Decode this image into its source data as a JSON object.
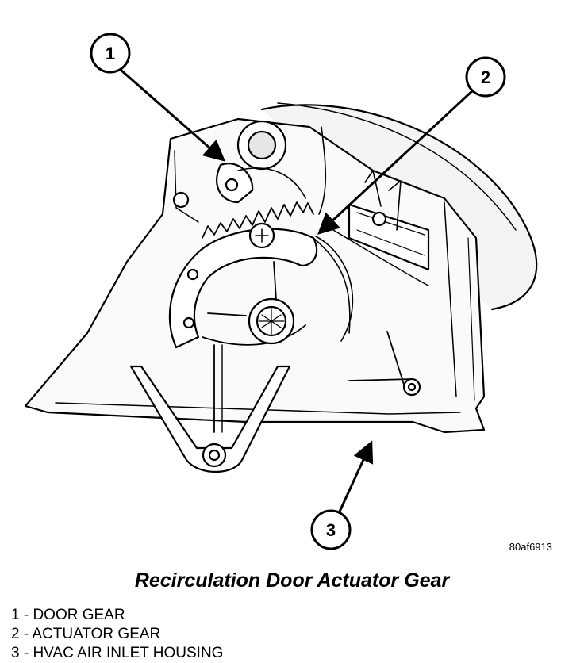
{
  "callouts": [
    {
      "number": "1"
    },
    {
      "number": "2"
    },
    {
      "number": "3"
    }
  ],
  "figure_id": "80af6913",
  "caption": "Recirculation Door Actuator Gear",
  "legend": [
    {
      "text": "1 - DOOR GEAR"
    },
    {
      "text": "2 - ACTUATOR GEAR"
    },
    {
      "text": "3 - HVAC AIR INLET HOUSING"
    }
  ],
  "colors": {
    "line": "#000000",
    "fill": "#ffffff",
    "shade": "#d9d9d9"
  }
}
